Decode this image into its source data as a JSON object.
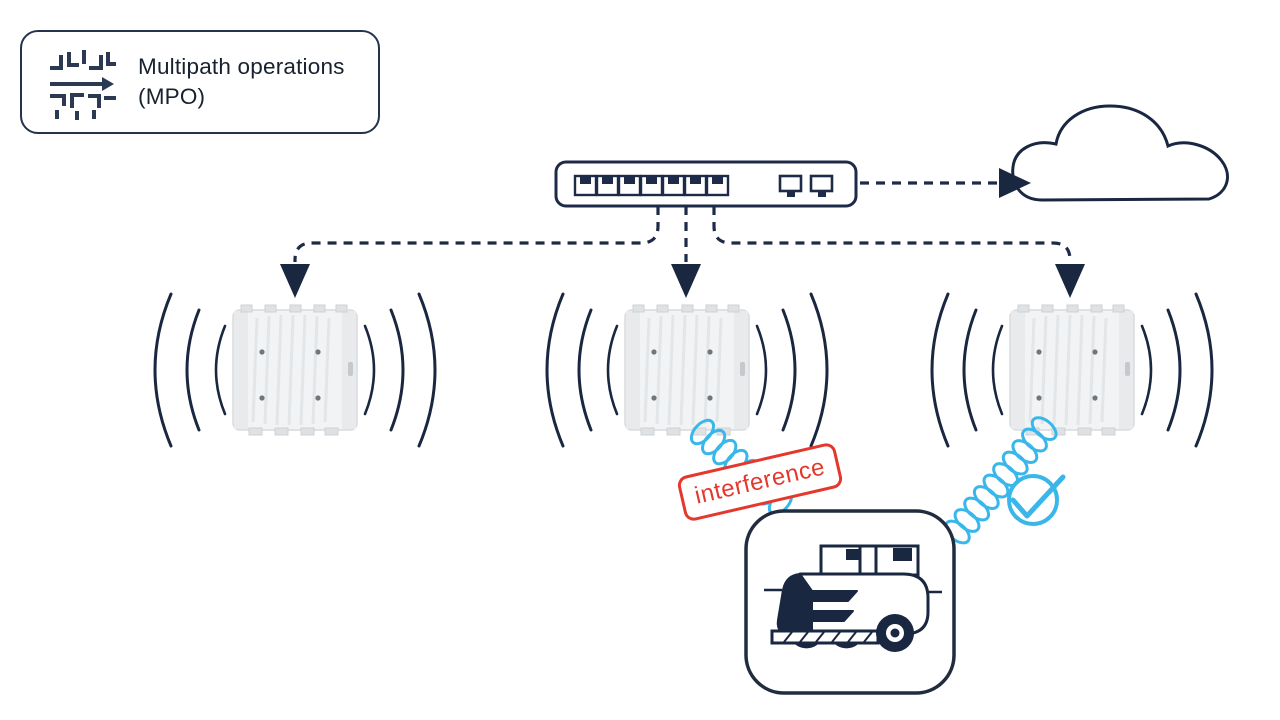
{
  "diagram": {
    "title": {
      "line1": "Multipath operations",
      "line2": "(MPO)"
    },
    "stamp_label": "interference",
    "nodes": {
      "switch": {
        "ports": 7,
        "uplink_ports": 2
      },
      "cloud": {},
      "access_points": [
        {
          "id": "ap-left"
        },
        {
          "id": "ap-center"
        },
        {
          "id": "ap-right"
        }
      ],
      "agv": {}
    },
    "links": {
      "interference_link": "ap-center to AGV (stamped interference)",
      "good_link": "ap-right to AGV (checkmark)"
    },
    "colors": {
      "navy": "#1d2b49",
      "red": "#e5372c",
      "cyan": "#3ab7ea",
      "device_gray": "#f2f3f4"
    },
    "icons": {
      "mpo-icon": "circuit-maze-with-arrow",
      "switch-icon": "ethernet-switch-ports",
      "cloud-icon": "cloud-outline",
      "access-point-icon": "wireless-ap-with-radio-waves",
      "coil-icon": "wireless-link-coil",
      "check-icon": "circled-checkmark",
      "agv-icon": "automated-guided-vehicle",
      "arrowhead-icon": "filled-triangle-arrowhead"
    }
  }
}
